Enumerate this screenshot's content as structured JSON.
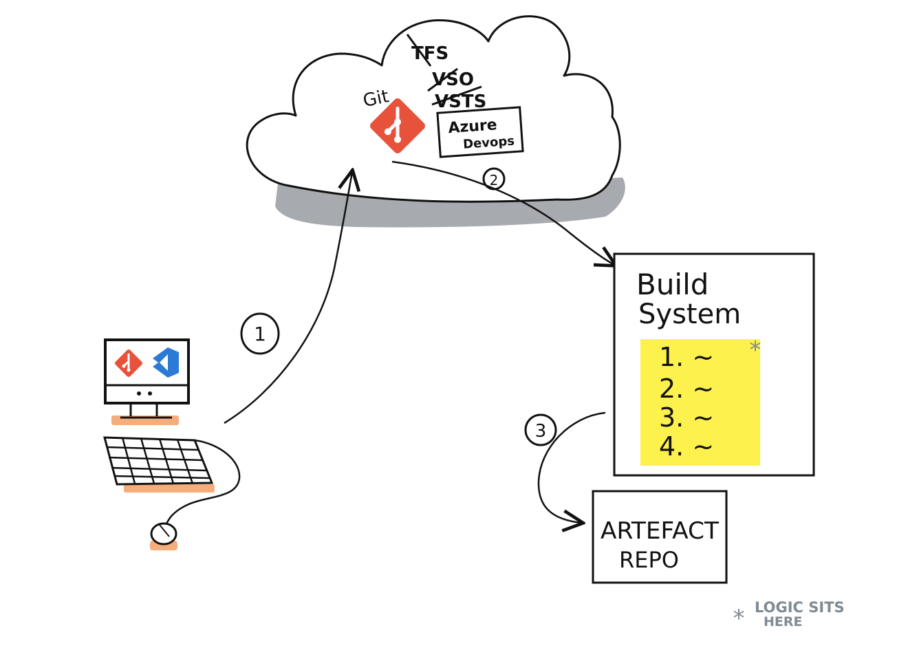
{
  "cloud": {
    "git_label": "Git",
    "old_names": [
      "TFS",
      "VSO",
      "VSTS"
    ],
    "service_name_line1": "Azure",
    "service_name_line2": "Devops"
  },
  "steps": [
    "1",
    "2",
    "3"
  ],
  "build_system": {
    "title_line1": "Build",
    "title_line2": "System",
    "note_marker": "*",
    "note_items": [
      "1. ~",
      "2. ~",
      "3. ~",
      "4. ~"
    ]
  },
  "artefact_repo": {
    "line1": "ARTEFACT",
    "line2": "REPO"
  },
  "footnote": {
    "marker": "*",
    "line1": "LOGIC SITS",
    "line2": "HERE"
  },
  "colors": {
    "git_red": "#e8513a",
    "vscode_blue": "#2b7bd6",
    "sticky_yellow": "#fdf14d",
    "shadow_gray": "#a7aaae",
    "peripheral_orange": "#f5ad7c",
    "footnote_gray": "#7f8a93"
  },
  "icons": [
    "git-icon",
    "vscode-icon",
    "computer-monitor-icon",
    "keyboard-icon",
    "mouse-icon",
    "cloud-icon"
  ]
}
